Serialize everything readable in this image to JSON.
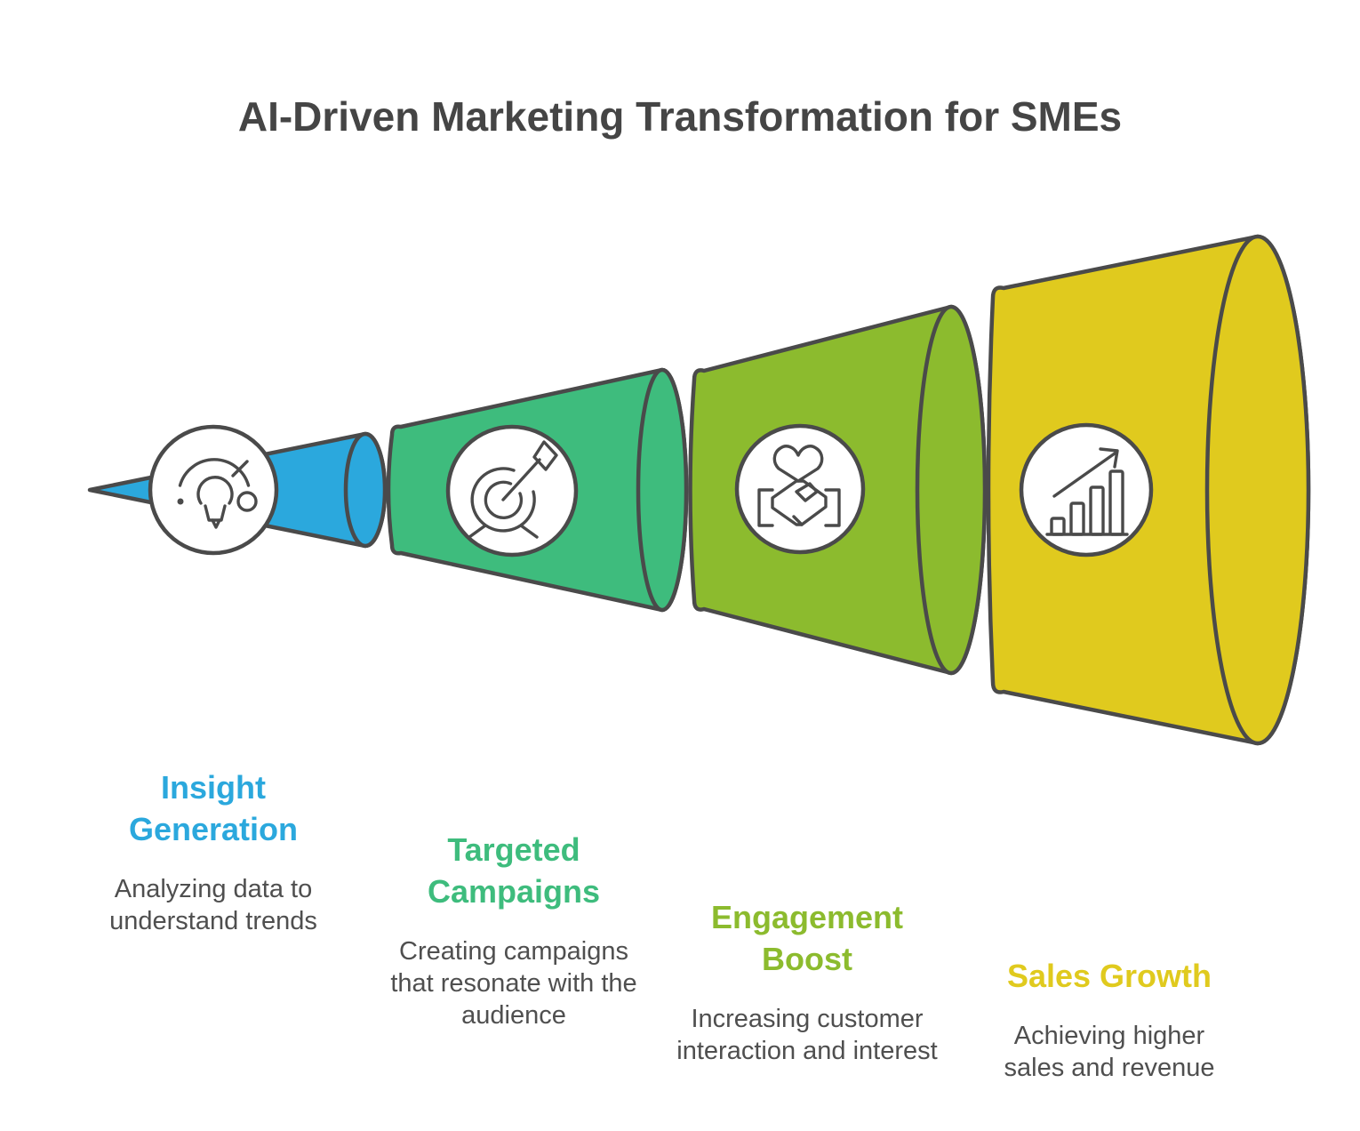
{
  "title": "AI-Driven Marketing Transformation for SMEs",
  "colors": {
    "background": "#FFFFFF",
    "outline": "#4A4A4A",
    "title_text": "#454545",
    "description_text": "#4F4F4F"
  },
  "stages": [
    {
      "name": "Insight Generation",
      "description": "Analyzing data to understand trends",
      "color": "#2BA8DD",
      "icon": "lightbulb-gauge-icon"
    },
    {
      "name": "Targeted Campaigns",
      "description": "Creating campaigns that resonate with the audience",
      "color": "#3EBC7D",
      "icon": "target-arrow-icon"
    },
    {
      "name": "Engagement Boost",
      "description": "Increasing customer interaction and interest",
      "color": "#8CBB2E",
      "icon": "handshake-heart-icon"
    },
    {
      "name": "Sales Growth",
      "description": "Achieving higher sales and revenue",
      "color": "#E0CA1E",
      "icon": "bar-chart-growth-icon"
    }
  ]
}
